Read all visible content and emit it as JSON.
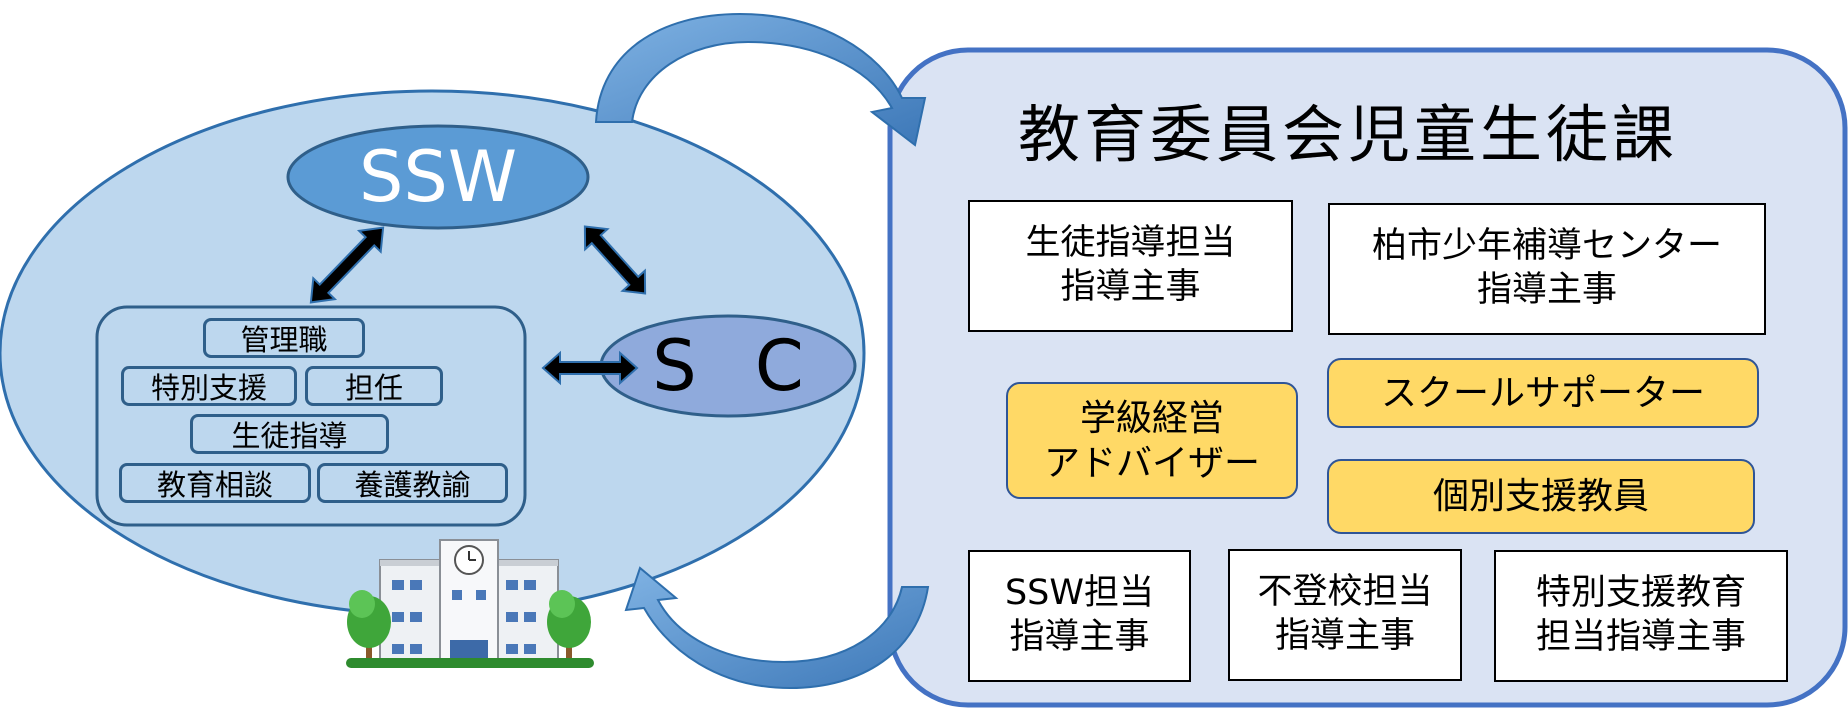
{
  "school": {
    "ssw_label": "SSW",
    "sc_label": "S C",
    "roles": {
      "management": "管理職",
      "special_support": "特別支援",
      "homeroom": "担任",
      "student_guidance": "生徒指導",
      "education_counseling": "教育相談",
      "school_nurse": "養護教諭"
    },
    "building_icon": "school-building-icon",
    "tree_icon": "tree-icon"
  },
  "board": {
    "title": "教育委員会児童生徒課",
    "boxes": {
      "guidance_supervisor": [
        "生徒指導担当",
        "指導主事"
      ],
      "youth_center_supervisor": [
        "柏市少年補導センター",
        "指導主事"
      ],
      "class_management_advisor": [
        "学級経営",
        "アドバイザー"
      ],
      "school_supporter": [
        "スクールサポーター"
      ],
      "individual_support_teacher": [
        "個別支援教員"
      ],
      "ssw_supervisor": [
        "SSW担当",
        "指導主事"
      ],
      "truancy_supervisor": [
        "不登校担当",
        "指導主事"
      ],
      "special_education_supervisor": [
        "特別支援教育",
        "担当指導主事"
      ]
    }
  },
  "colors": {
    "school_ellipse": "#bdd7ee",
    "ssw_oval": "#5b9bd5",
    "sc_oval": "#8faadc",
    "panel_fill": "#dae3f3",
    "panel_border": "#4472c4",
    "curved_arrow": "#5b9bd5",
    "highlight_box": "#ffd966"
  }
}
